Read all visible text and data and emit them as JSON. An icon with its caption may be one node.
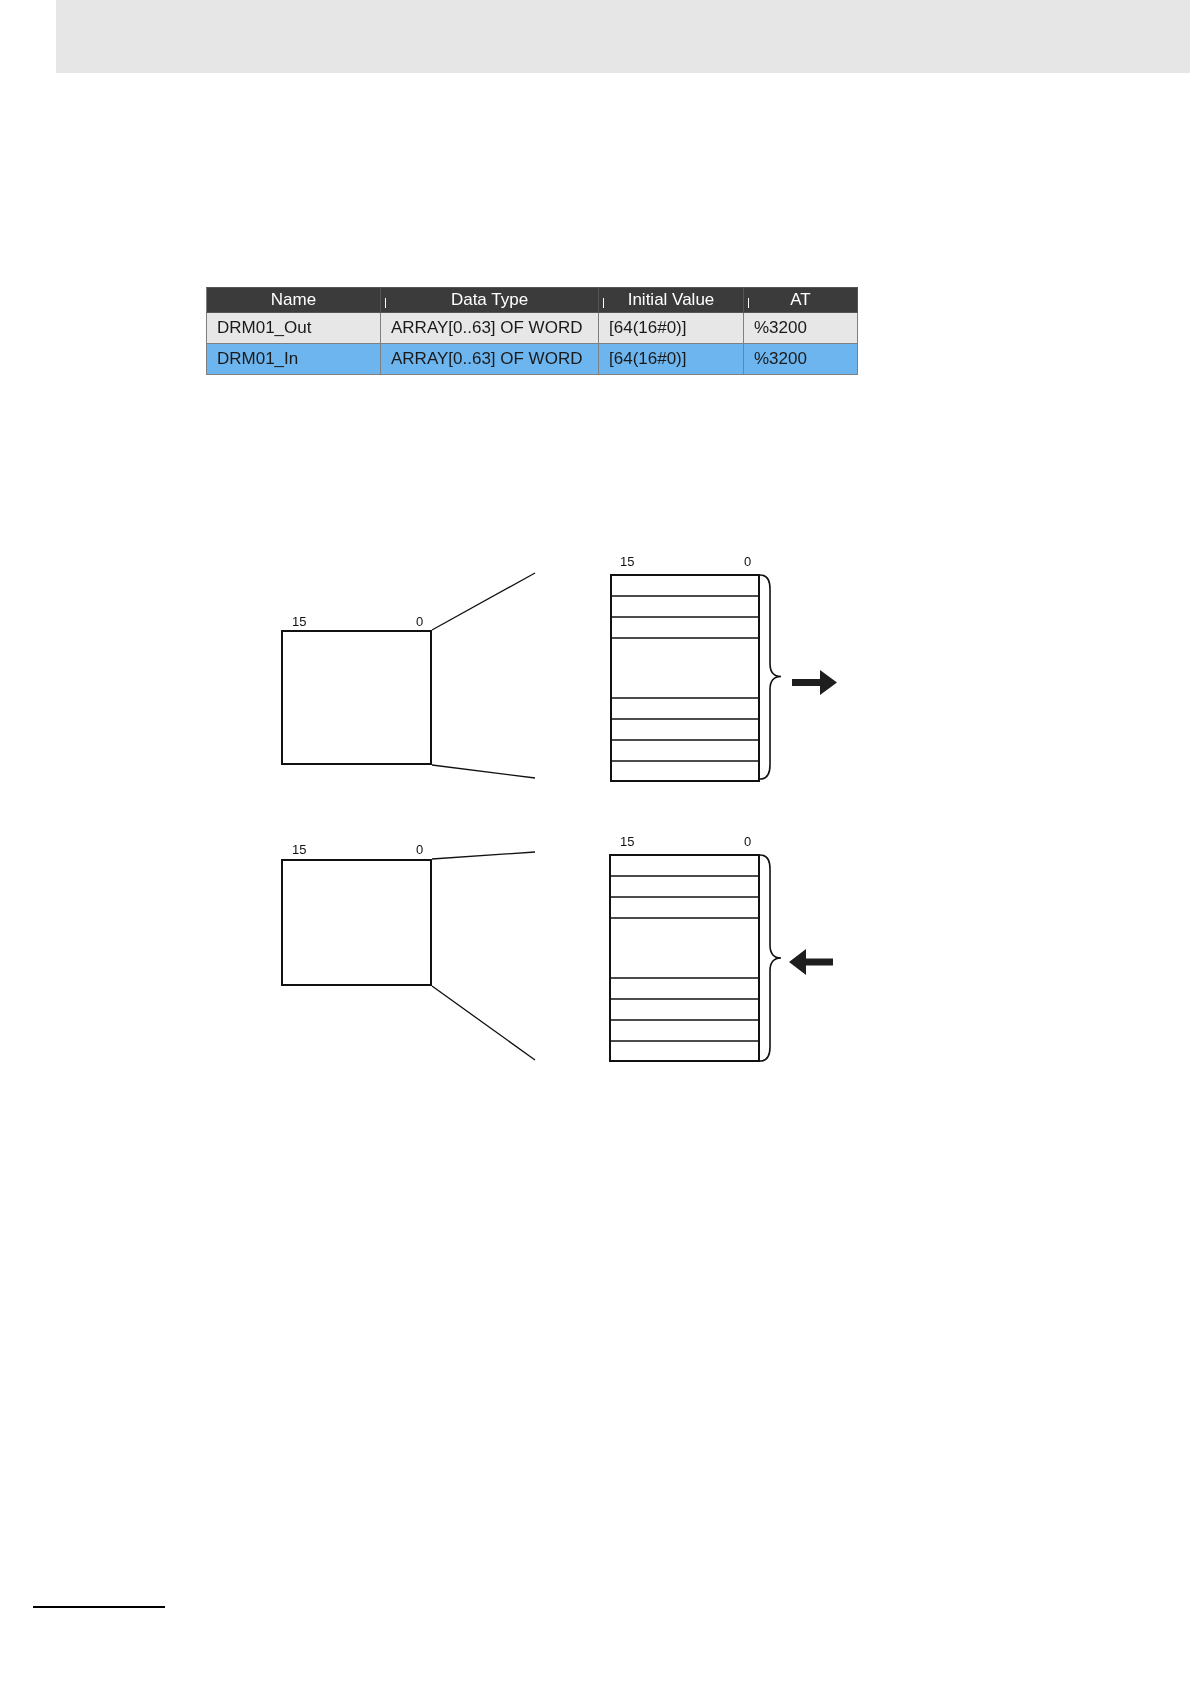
{
  "diagram": {
    "nodes": [
      {
        "text": [
          "15",
          "0"
        ]
      },
      {
        "text": [
          "15",
          "0"
        ]
      },
      {
        "text": [
          "15",
          "0"
        ]
      },
      {
        "text": [
          "15",
          "0"
        ]
      }
    ],
    "edges": [
      {
        "from": 0,
        "to": null,
        "arrow": "none"
      },
      {
        "from": 0,
        "to": null,
        "arrow": "none"
      },
      {
        "from": 2,
        "to": null,
        "arrow": "none"
      },
      {
        "from": 2,
        "to": null,
        "arrow": "none"
      }
    ],
    "labels": [
      "Name",
      "Data Type",
      "Initial Value",
      "AT",
      "DRM01_Out",
      "ARRAY[0..63] OF WORD",
      "[64(16#0)]",
      "%3200",
      "DRM01_In",
      "ARRAY[0..63] OF WORD",
      "[64(16#0)]",
      "%3200"
    ]
  }
}
